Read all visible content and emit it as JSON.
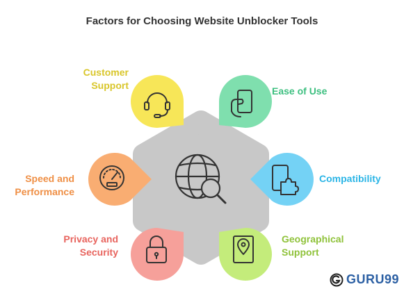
{
  "title": "Factors for Choosing Website Unblocker Tools",
  "colors": {
    "hub": "#c8c8c8",
    "customer_support": "#f7e658",
    "ease_of_use": "#7fdfae",
    "compatibility": "#74d2f5",
    "geographical_support": "#c4ec7b",
    "privacy_security": "#f6a09a",
    "speed_performance": "#f9ad72",
    "brand": "#2b5fa3"
  },
  "factors": {
    "customer_support": {
      "line1": "Customer",
      "line2": "Support",
      "icon": "headset-icon",
      "color": "#d9c62a"
    },
    "ease_of_use": {
      "line1": "Ease of Use",
      "icon": "phone-hand-icon",
      "color": "#3cbf7f"
    },
    "compatibility": {
      "line1": "Compatibility",
      "icon": "phone-puzzle-icon",
      "color": "#2bb5e6"
    },
    "geographical_support": {
      "line1": "Geographical",
      "line2": "Support",
      "icon": "map-pin-icon",
      "color": "#8fc23a"
    },
    "privacy_security": {
      "line1": "Privacy and",
      "line2": "Security",
      "icon": "padlock-icon",
      "color": "#e8645e"
    },
    "speed_performance": {
      "line1": "Speed and",
      "line2": "Performance",
      "icon": "speedometer-icon",
      "color": "#ef8f45"
    }
  },
  "center_icon": "globe-search-icon",
  "brand": {
    "text": "GURU99",
    "icon": "guru99-logo-icon"
  }
}
